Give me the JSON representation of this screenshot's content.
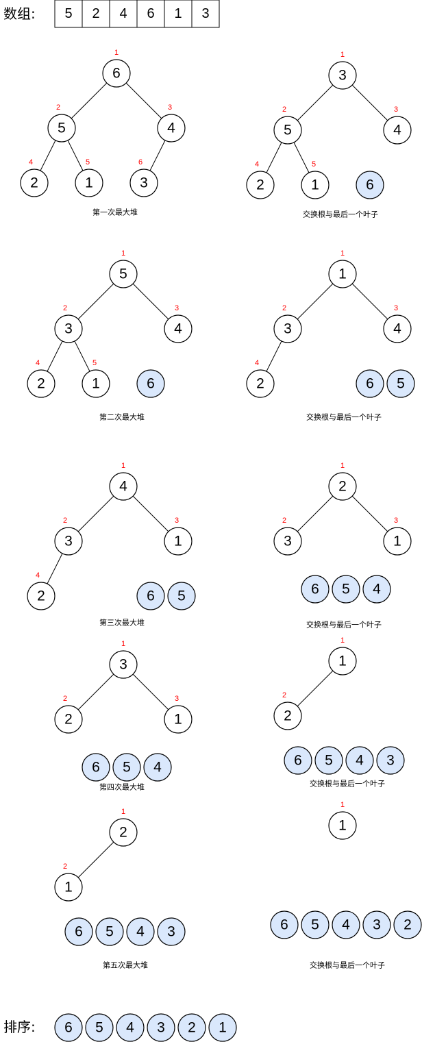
{
  "array": {
    "label": "数组:",
    "values": [
      "5",
      "2",
      "4",
      "6",
      "1",
      "3"
    ]
  },
  "panels": [
    {
      "caption": "第一次最大堆",
      "nodes": [
        {
          "id": "a1",
          "value": "6",
          "index": "1"
        },
        {
          "id": "a2",
          "value": "5",
          "index": "2"
        },
        {
          "id": "a3",
          "value": "4",
          "index": "3"
        },
        {
          "id": "a4",
          "value": "2",
          "index": "4"
        },
        {
          "id": "a5",
          "value": "1",
          "index": "5"
        },
        {
          "id": "a6",
          "value": "3",
          "index": "6"
        }
      ],
      "edges": [
        [
          "a1",
          "a2"
        ],
        [
          "a1",
          "a3"
        ],
        [
          "a2",
          "a4"
        ],
        [
          "a2",
          "a5"
        ],
        [
          "a3",
          "a6"
        ]
      ],
      "sorted": []
    },
    {
      "caption": "交换根与最后一个叶子",
      "nodes": [
        {
          "id": "b1",
          "value": "3",
          "index": "1"
        },
        {
          "id": "b2",
          "value": "5",
          "index": "2"
        },
        {
          "id": "b3",
          "value": "4",
          "index": "3"
        },
        {
          "id": "b4",
          "value": "2",
          "index": "4"
        },
        {
          "id": "b5",
          "value": "1",
          "index": "5"
        }
      ],
      "edges": [
        [
          "b1",
          "b2"
        ],
        [
          "b1",
          "b3"
        ],
        [
          "b2",
          "b4"
        ],
        [
          "b2",
          "b5"
        ]
      ],
      "sorted": [
        "6"
      ]
    },
    {
      "caption": "第二次最大堆",
      "nodes": [
        {
          "id": "c1",
          "value": "5",
          "index": "1"
        },
        {
          "id": "c2",
          "value": "3",
          "index": "2"
        },
        {
          "id": "c3",
          "value": "4",
          "index": "3"
        },
        {
          "id": "c4",
          "value": "2",
          "index": "4"
        },
        {
          "id": "c5",
          "value": "1",
          "index": "5"
        }
      ],
      "edges": [
        [
          "c1",
          "c2"
        ],
        [
          "c1",
          "c3"
        ],
        [
          "c2",
          "c4"
        ],
        [
          "c2",
          "c5"
        ]
      ],
      "sorted": [
        "6"
      ]
    },
    {
      "caption": "交换根与最后一个叶子",
      "nodes": [
        {
          "id": "d1",
          "value": "1",
          "index": "1"
        },
        {
          "id": "d2",
          "value": "3",
          "index": "2"
        },
        {
          "id": "d3",
          "value": "4",
          "index": "3"
        },
        {
          "id": "d4",
          "value": "2",
          "index": "4"
        }
      ],
      "edges": [
        [
          "d1",
          "d2"
        ],
        [
          "d1",
          "d3"
        ],
        [
          "d2",
          "d4"
        ]
      ],
      "sorted": [
        "6",
        "5"
      ]
    },
    {
      "caption": "第三次最大堆",
      "nodes": [
        {
          "id": "e1",
          "value": "4",
          "index": "1"
        },
        {
          "id": "e2",
          "value": "3",
          "index": "2"
        },
        {
          "id": "e3",
          "value": "1",
          "index": "3"
        },
        {
          "id": "e4",
          "value": "2",
          "index": "4"
        }
      ],
      "edges": [
        [
          "e1",
          "e2"
        ],
        [
          "e1",
          "e3"
        ],
        [
          "e2",
          "e4"
        ]
      ],
      "sorted": [
        "6",
        "5"
      ]
    },
    {
      "caption": "交换根与最后一个叶子",
      "nodes": [
        {
          "id": "f1",
          "value": "2",
          "index": "1"
        },
        {
          "id": "f2",
          "value": "3",
          "index": "2"
        },
        {
          "id": "f3",
          "value": "1",
          "index": "3"
        }
      ],
      "edges": [
        [
          "f1",
          "f2"
        ],
        [
          "f1",
          "f3"
        ]
      ],
      "sorted": [
        "6",
        "5",
        "4"
      ]
    },
    {
      "caption": "第四次最大堆",
      "nodes": [
        {
          "id": "g1",
          "value": "3",
          "index": "1"
        },
        {
          "id": "g2",
          "value": "2",
          "index": "2"
        },
        {
          "id": "g3",
          "value": "1",
          "index": "3"
        }
      ],
      "edges": [
        [
          "g1",
          "g2"
        ],
        [
          "g1",
          "g3"
        ]
      ],
      "sorted": [
        "6",
        "5",
        "4"
      ]
    },
    {
      "caption": "交换根与最后一个叶子",
      "nodes": [
        {
          "id": "h1",
          "value": "1",
          "index": "1"
        },
        {
          "id": "h2",
          "value": "2",
          "index": "2"
        }
      ],
      "edges": [
        [
          "h1",
          "h2"
        ]
      ],
      "sorted": [
        "6",
        "5",
        "4",
        "3"
      ]
    },
    {
      "caption": "第五次最大堆",
      "nodes": [
        {
          "id": "i1",
          "value": "2",
          "index": "1"
        },
        {
          "id": "i2",
          "value": "1",
          "index": "2"
        }
      ],
      "edges": [
        [
          "i1",
          "i2"
        ]
      ],
      "sorted": [
        "6",
        "5",
        "4",
        "3"
      ]
    },
    {
      "caption": "交换根与最后一个叶子",
      "nodes": [
        {
          "id": "j1",
          "value": "1",
          "index": "1"
        }
      ],
      "edges": [],
      "sorted": [
        "6",
        "5",
        "4",
        "3",
        "2"
      ]
    }
  ],
  "result": {
    "label": "排序:",
    "values": [
      "6",
      "5",
      "4",
      "3",
      "2",
      "1"
    ]
  }
}
